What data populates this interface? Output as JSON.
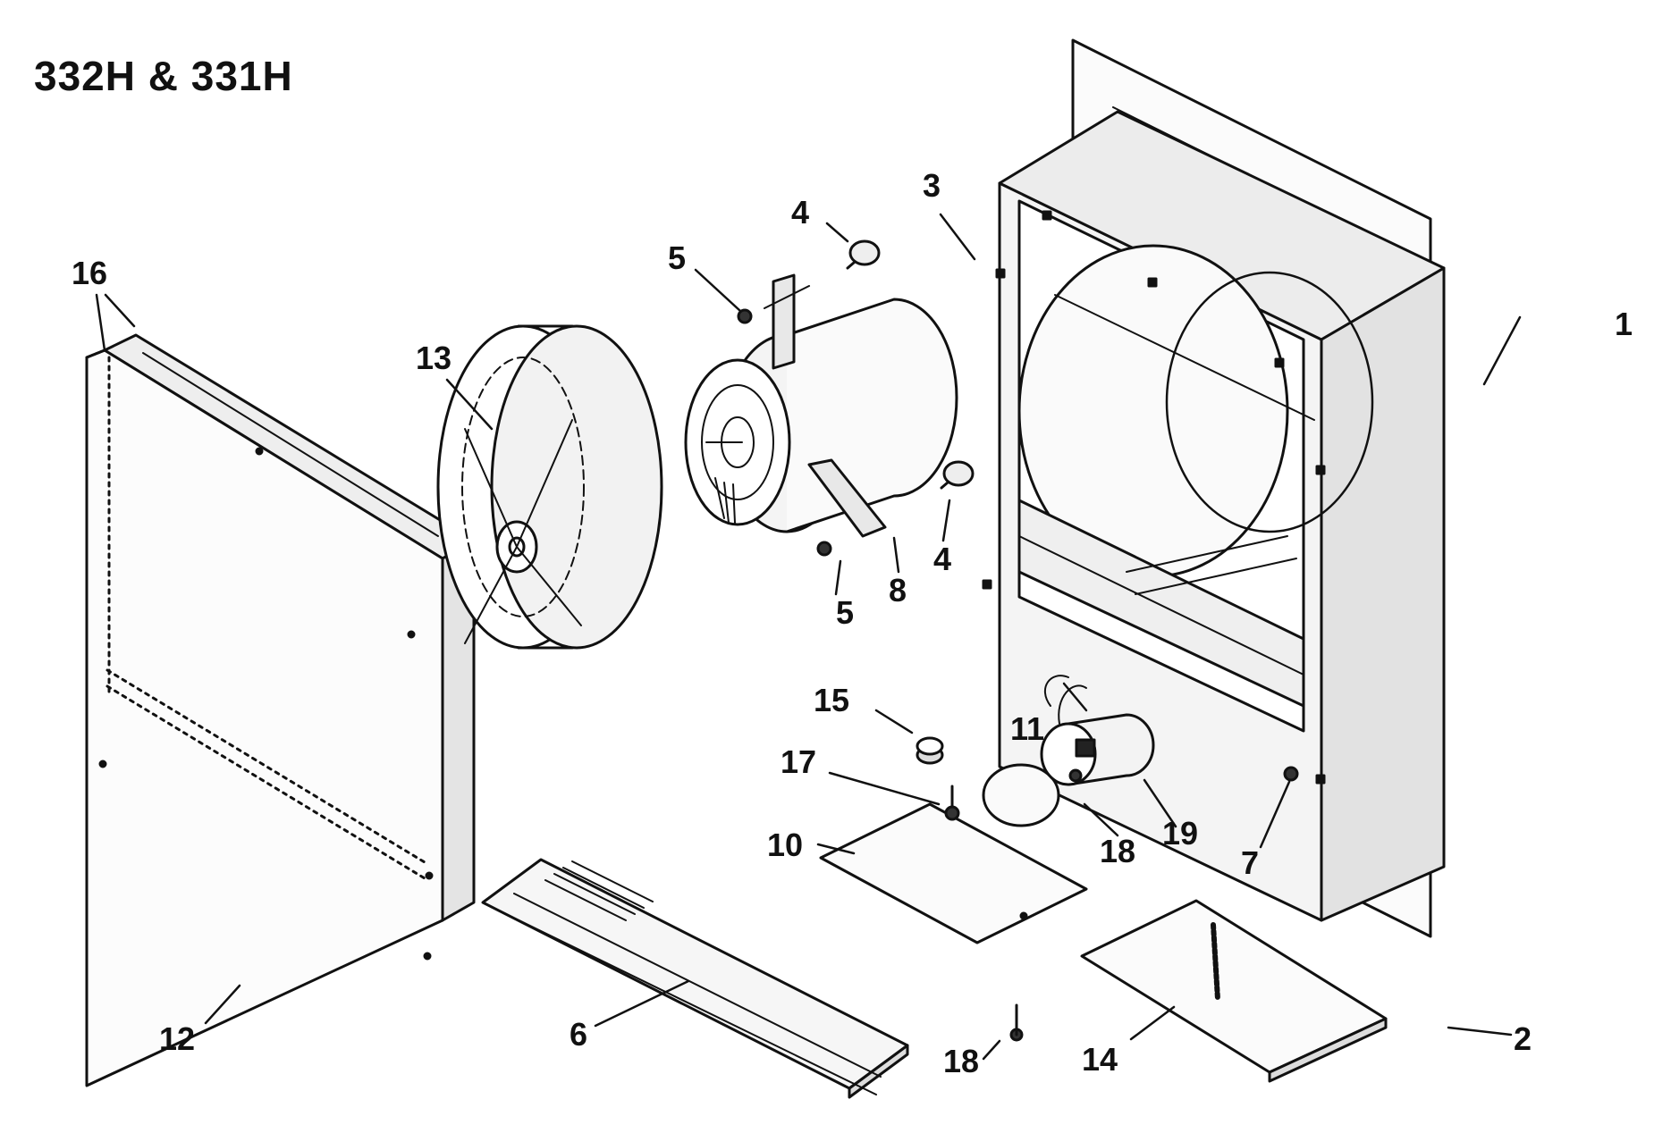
{
  "title": "332H & 331H",
  "callouts": [
    {
      "id": "c1",
      "label": "1"
    },
    {
      "id": "c2",
      "label": "2"
    },
    {
      "id": "c3",
      "label": "3"
    },
    {
      "id": "c4a",
      "label": "4"
    },
    {
      "id": "c4b",
      "label": "4"
    },
    {
      "id": "c5a",
      "label": "5"
    },
    {
      "id": "c5b",
      "label": "5"
    },
    {
      "id": "c6",
      "label": "6"
    },
    {
      "id": "c7",
      "label": "7"
    },
    {
      "id": "c8",
      "label": "8"
    },
    {
      "id": "c10",
      "label": "10"
    },
    {
      "id": "c11",
      "label": "11"
    },
    {
      "id": "c12",
      "label": "12"
    },
    {
      "id": "c13",
      "label": "13"
    },
    {
      "id": "c14",
      "label": "14"
    },
    {
      "id": "c15",
      "label": "15"
    },
    {
      "id": "c16",
      "label": "16"
    },
    {
      "id": "c17",
      "label": "17"
    },
    {
      "id": "c18a",
      "label": "18"
    },
    {
      "id": "c18b",
      "label": "18"
    },
    {
      "id": "c19",
      "label": "19"
    }
  ]
}
